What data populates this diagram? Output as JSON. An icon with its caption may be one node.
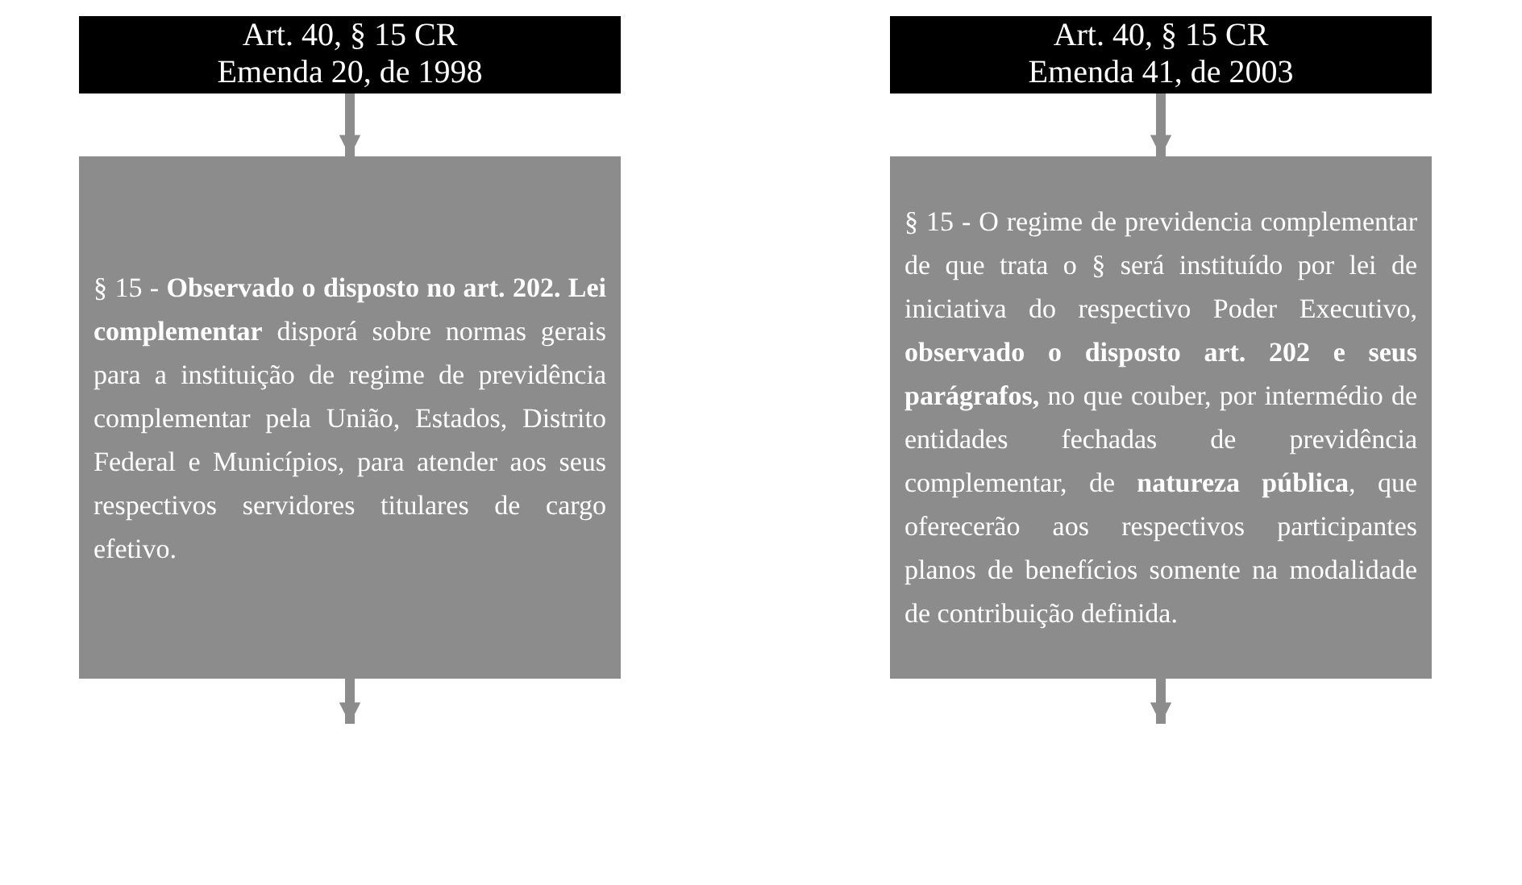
{
  "diagram": {
    "nodes": [
      {
        "text": [
          "Art. 40, § 15 CR Emenda 20, de 1998"
        ]
      },
      {
        "text": [
          "§ 15 - **Observado o disposto no art. 202. Lei complementar** disporá sobre normas gerais para a instituição de regime de previdência complementar pela União, Estados, Distrito Federal e Municípios, para atender aos seus respectivos servidores titulares de cargo efetivo."
        ]
      },
      {
        "text": [
          "Art. 40, § 15 CR Emenda 41, de 2003"
        ]
      },
      {
        "text": [
          "§ 15 - O regime de previdencia complementar de que trata o § será instituído por lei de iniciativa do respectivo Poder Executivo, **observado o disposto art. 202 e seus parágrafos,** no que couber, por intermédio de entidades fechadas de previdência complementar, de **natureza pública**, que oferecerão aos respectivos participantes planos de benefícios somente na modalidade de contribuição definida."
        ]
      }
    ],
    "edges": [
      {
        "from": 0,
        "to": 1,
        "arrow": "to"
      },
      {
        "from": 1,
        "to": null,
        "arrow": "to"
      },
      {
        "from": 2,
        "to": 3,
        "arrow": "to"
      },
      {
        "from": 3,
        "to": null,
        "arrow": "to"
      }
    ]
  }
}
